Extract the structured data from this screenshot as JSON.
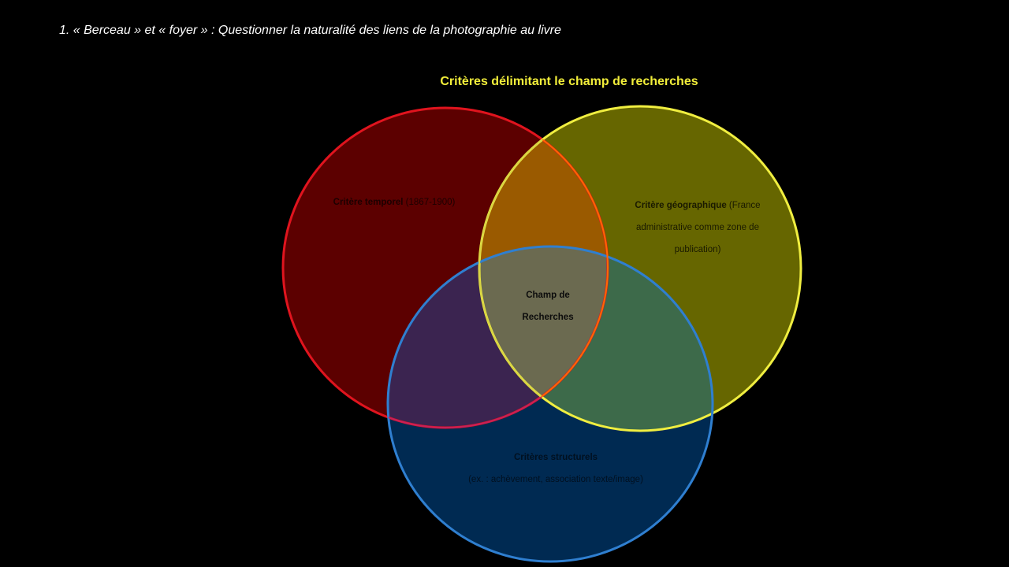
{
  "slide": {
    "title": "1. « Berceau » et « foyer » : Questionner la naturalité des liens de la photographie au livre"
  },
  "diagram": {
    "title": "Critères délimitant le champ de recherches",
    "sets": [
      {
        "id": "temporel",
        "label_bold": "Critère temporel",
        "label_rest": " (1867-1900)",
        "fill": "#5c0000",
        "stroke": "#e0141e"
      },
      {
        "id": "geographique",
        "label_bold": "Critère géographique",
        "label_rest": " (France administrative comme zone de publication)",
        "fill": "#666600",
        "stroke": "#f0ee40"
      },
      {
        "id": "structurel",
        "label_bold": "Critères structurels",
        "label_rest": "(ex. : achèvement, association texte/image)",
        "fill": "#002a52",
        "stroke": "#2f7fd0"
      }
    ],
    "center_label_line1": "Champ de",
    "center_label_line2": "Recherches"
  }
}
